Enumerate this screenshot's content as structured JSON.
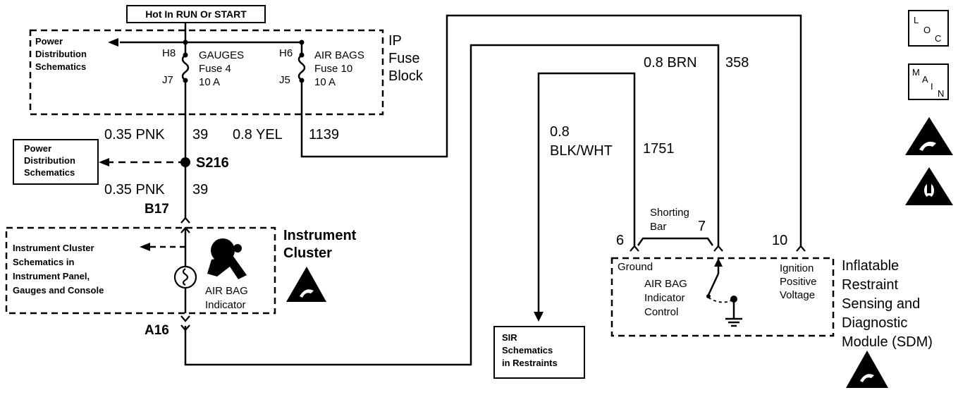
{
  "hot_in_run": "Hot In RUN Or START",
  "ip_fuse_block": {
    "label": "IP Fuse Block",
    "l1": "IP",
    "l2": "Fuse",
    "l3": "Block"
  },
  "power_dist_top": {
    "l1": "Power",
    "l2": "Distribution",
    "l3": "Schematics"
  },
  "power_dist_mid": {
    "l1": "Power",
    "l2": "Distribution",
    "l3": "Schematics"
  },
  "fuse_gauges": {
    "top_pin": "H8",
    "bottom_pin": "J7",
    "name": "GAUGES",
    "fuse": "Fuse 4",
    "rating": "10 A"
  },
  "fuse_airbags": {
    "top_pin": "H6",
    "bottom_pin": "J5",
    "name": "AIR BAGS",
    "fuse": "Fuse 10",
    "rating": "10 A"
  },
  "wires": {
    "pnk_upper": {
      "gauge": "0.35 PNK",
      "circuit": "39"
    },
    "pnk_lower": {
      "gauge": "0.35 PNK",
      "circuit": "39"
    },
    "yel": {
      "gauge": "0.8 YEL",
      "circuit": "1139"
    },
    "brn": {
      "gauge": "0.8 BRN",
      "circuit": "358"
    },
    "blkwht": {
      "gauge_l1": "0.8",
      "gauge_l2": "BLK/WHT",
      "circuit": "1751"
    }
  },
  "splice": "S216",
  "connector_b17": "B17",
  "connector_a16": "A16",
  "instrument_cluster": {
    "title_l1": "Instrument",
    "title_l2": "Cluster",
    "ref_l1": "Instrument Cluster",
    "ref_l2": "Schematics in",
    "ref_l3": "Instrument Panel,",
    "ref_l4": "Gauges and Console",
    "indicator_l1": "AIR BAG",
    "indicator_l2": "Indicator"
  },
  "sir_box": {
    "l1": "SIR",
    "l2": "Schematics",
    "l3": "in Restraints"
  },
  "shorting_bar": {
    "l1": "Shorting",
    "l2": "Bar"
  },
  "sdm": {
    "pin_ground": "6",
    "pin_shorting": "7",
    "pin_ignition": "10",
    "ground_label": "Ground",
    "control_l1": "AIR BAG",
    "control_l2": "Indicator",
    "control_l3": "Control",
    "ign_l1": "Ignition",
    "ign_l2": "Positive",
    "ign_l3": "Voltage",
    "title_l1": "Inflatable",
    "title_l2": "Restraint",
    "title_l3": "Sensing and",
    "title_l4": "Diagnostic",
    "title_l5": "Module (SDM)"
  },
  "side_icons": {
    "loc": {
      "l": "L",
      "o": "O",
      "c": "C"
    },
    "main": {
      "m": "M",
      "a": "A",
      "i": "I",
      "n": "N"
    },
    "icon_names": [
      "esd-caution-icon",
      "warning-icon"
    ]
  }
}
